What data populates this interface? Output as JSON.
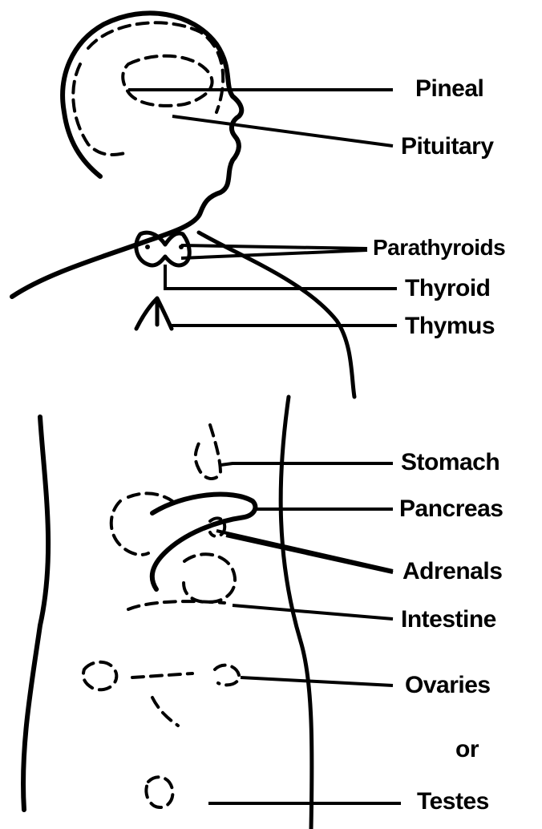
{
  "labels": {
    "pineal": "Pineal",
    "pituitary": "Pituitary",
    "parathyroids": "Parathyroids",
    "thyroid": "Thyroid",
    "thymus": "Thymus",
    "stomach": "Stomach",
    "pancreas": "Pancreas",
    "adrenals": "Adrenals",
    "intestine": "Intestine",
    "ovaries": "Ovaries",
    "or": "or",
    "testes": "Testes"
  },
  "colors": {
    "ink": "#000000",
    "background": "#ffffff"
  }
}
